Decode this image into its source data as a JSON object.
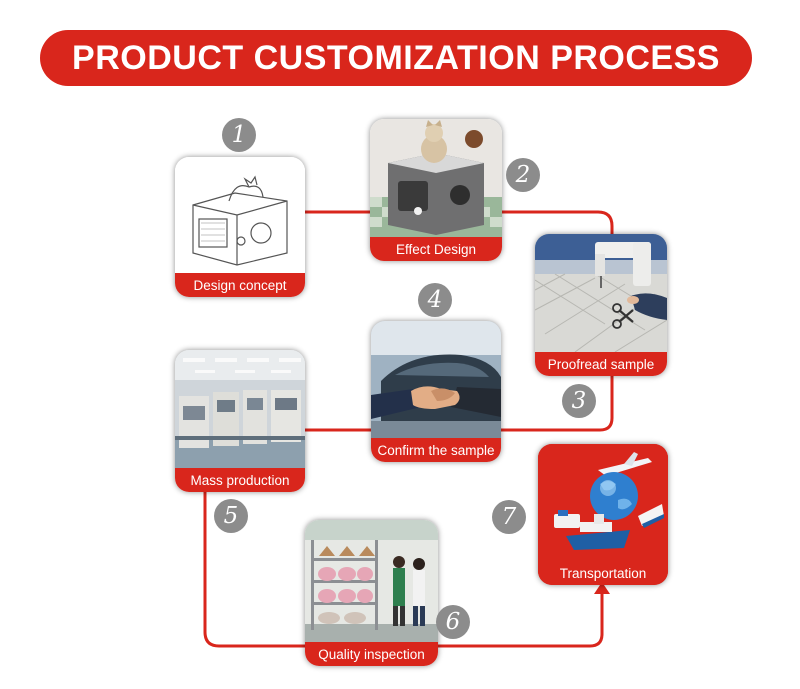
{
  "title": "PRODUCT CUSTOMIZATION PROCESS",
  "colors": {
    "accent": "#d9261c",
    "badge": "#8c8c8c",
    "connector": "#d9261c"
  },
  "steps": [
    {
      "number": "1",
      "label": "Design concept",
      "icon": "cat-house-sketch-icon"
    },
    {
      "number": "2",
      "label": "Effect Design",
      "icon": "cat-house-render-icon"
    },
    {
      "number": "3",
      "label": "Proofread sample",
      "icon": "sewing-machine-icon"
    },
    {
      "number": "4",
      "label": "Confirm the sample",
      "icon": "handshake-icon"
    },
    {
      "number": "5",
      "label": "Mass production",
      "icon": "factory-machines-icon"
    },
    {
      "number": "6",
      "label": "Quality inspection",
      "icon": "warehouse-shelves-icon"
    },
    {
      "number": "7",
      "label": "Transportation",
      "icon": "globe-transport-icon"
    }
  ]
}
